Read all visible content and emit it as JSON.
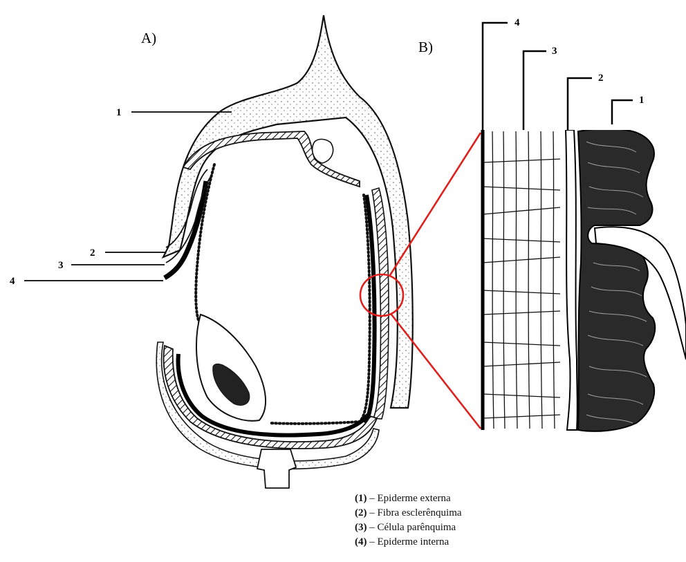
{
  "panels": {
    "a": "A)",
    "b": "B)"
  },
  "labels_a": [
    "1",
    "2",
    "3",
    "4"
  ],
  "labels_b": [
    "4",
    "3",
    "2",
    "1"
  ],
  "legend": [
    {
      "num": "(1)",
      "text": " – Epiderme externa"
    },
    {
      "num": "(2)",
      "text": " – Fibra esclerênquima"
    },
    {
      "num": "(3)",
      "text": " – Célula parênquima"
    },
    {
      "num": "(4)",
      "text": " – Epiderme interna"
    }
  ],
  "colors": {
    "ink": "#111111",
    "magnifier": "#e0201c",
    "paper": "#ffffff"
  }
}
